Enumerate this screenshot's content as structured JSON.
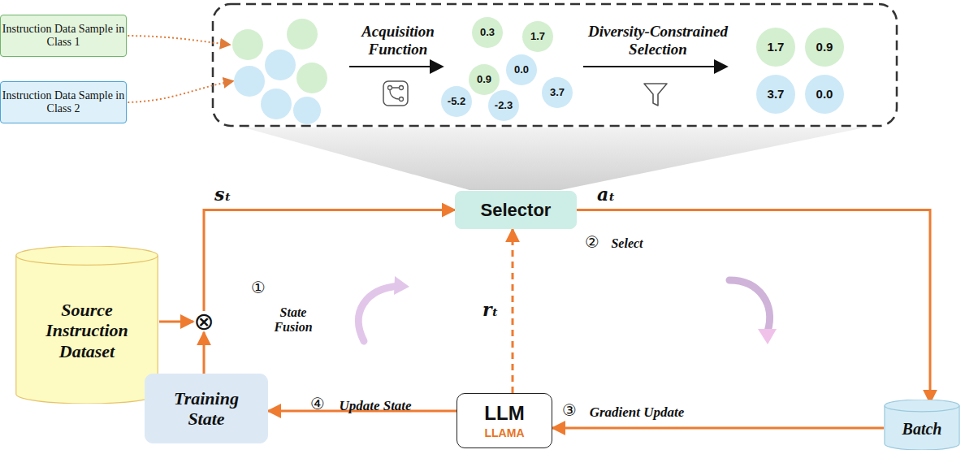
{
  "diagram": {
    "nodes": [
      {
        "text": [
          "Instruction Data Sample in Class 1"
        ]
      },
      {
        "text": [
          "Instruction Data Sample in Class 2"
        ]
      },
      {
        "text": [
          "0.3"
        ]
      },
      {
        "text": [
          "1.7"
        ]
      },
      {
        "text": [
          "0.9"
        ]
      },
      {
        "text": [
          "0.0"
        ]
      },
      {
        "text": [
          "-5.2"
        ]
      },
      {
        "text": [
          "-2.3"
        ]
      },
      {
        "text": [
          "3.7"
        ]
      },
      {
        "text": [
          "1.7"
        ]
      },
      {
        "text": [
          "0.9"
        ]
      },
      {
        "text": [
          "3.7"
        ]
      },
      {
        "text": [
          "0.0"
        ]
      },
      {
        "text": [
          "Selector"
        ]
      },
      {
        "text": [
          "Source Instruction Dataset"
        ]
      },
      {
        "text": [
          "⊗"
        ]
      },
      {
        "text": [
          "Training State"
        ]
      },
      {
        "text": [
          "LLM",
          "LLAMA"
        ]
      },
      {
        "text": [
          "Batch"
        ]
      }
    ],
    "edges": [
      {
        "from": 14,
        "to": 15,
        "arrow": "to"
      },
      {
        "from": 16,
        "to": 15,
        "arrow": "to"
      },
      {
        "from": 15,
        "to": 13,
        "label": "sₜ",
        "arrow": "to"
      },
      {
        "from": 13,
        "to": 18,
        "label": "aₜ",
        "arrow": "to"
      },
      {
        "from": 18,
        "to": 17,
        "arrow": "to"
      },
      {
        "from": 17,
        "to": 16,
        "arrow": "to"
      },
      {
        "from": 17,
        "to": 13,
        "label": "rₜ",
        "arrow": "to"
      }
    ],
    "labels": [
      "Acquisition Function",
      "Diversity-Constrained Selection",
      "①",
      "State Fusion",
      "②",
      "Select",
      "③",
      "Gradient Update",
      "④",
      "Update State"
    ]
  }
}
